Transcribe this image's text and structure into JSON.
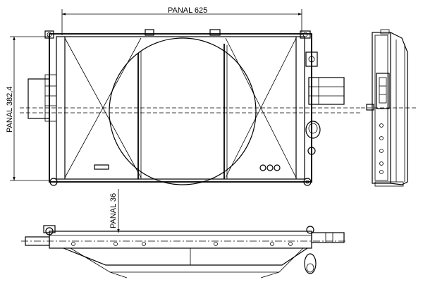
{
  "dimensions": {
    "width_label": "PANAL  625",
    "height_label": "PANAL  382,4",
    "depth_label": "PANAL 36"
  }
}
